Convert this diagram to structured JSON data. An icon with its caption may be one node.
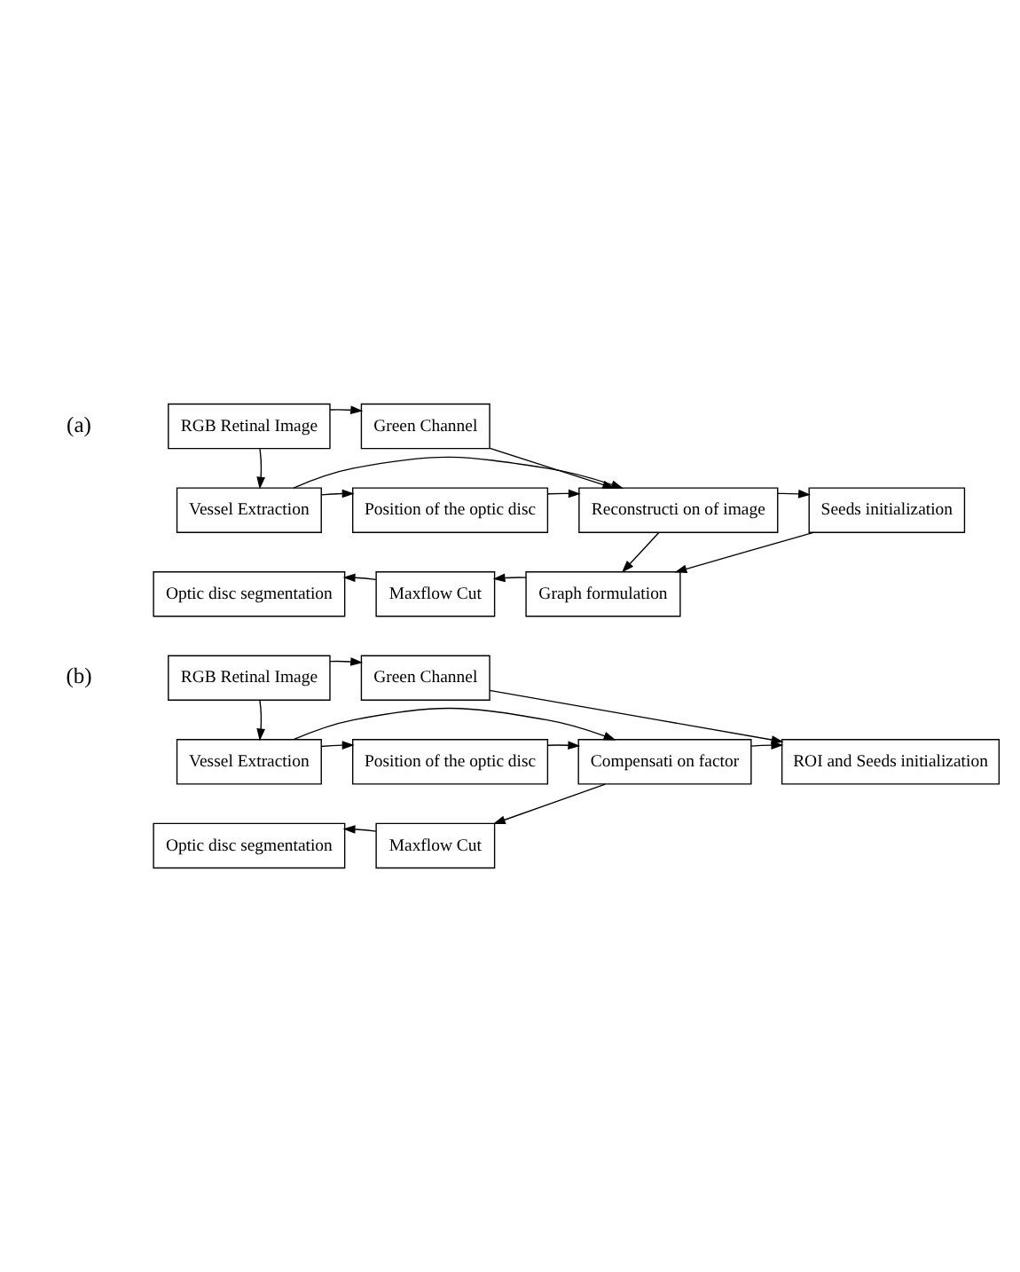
{
  "diagram": {
    "nodes": [
      {
        "text": [
          "RGB Retinal Image"
        ]
      },
      {
        "text": [
          "Green Channel"
        ]
      },
      {
        "text": [
          "Vessel Extraction"
        ]
      },
      {
        "text": [
          "Position of the optic disc"
        ]
      },
      {
        "text": [
          "Reconstructi on of image"
        ]
      },
      {
        "text": [
          "Seeds initialization"
        ]
      },
      {
        "text": [
          "Graph formulation"
        ]
      },
      {
        "text": [
          "Maxflow Cut"
        ]
      },
      {
        "text": [
          "Optic disc segmentation"
        ]
      },
      {
        "text": [
          "RGB Retinal Image"
        ]
      },
      {
        "text": [
          "Green Channel"
        ]
      },
      {
        "text": [
          "Vessel Extraction"
        ]
      },
      {
        "text": [
          "Position of the optic disc"
        ]
      },
      {
        "text": [
          "Compensati on factor"
        ]
      },
      {
        "text": [
          "ROI and Seeds initialization"
        ]
      },
      {
        "text": [
          "Maxflow Cut"
        ]
      },
      {
        "text": [
          "Optic disc segmentation"
        ]
      }
    ],
    "edges": [
      {
        "from": 0,
        "to": 1,
        "arrow": "to"
      },
      {
        "from": 0,
        "to": 2,
        "arrow": "to"
      },
      {
        "from": 2,
        "to": 3,
        "arrow": "to"
      },
      {
        "from": 2,
        "to": 4,
        "arrow": "to"
      },
      {
        "from": 1,
        "to": 4,
        "arrow": "to"
      },
      {
        "from": 3,
        "to": 4,
        "arrow": "to"
      },
      {
        "from": 4,
        "to": 5,
        "arrow": "to"
      },
      {
        "from": 4,
        "to": 6,
        "arrow": "to"
      },
      {
        "from": 5,
        "to": 6,
        "arrow": "to"
      },
      {
        "from": 6,
        "to": 7,
        "arrow": "to"
      },
      {
        "from": 7,
        "to": 8,
        "arrow": "to"
      },
      {
        "from": 9,
        "to": 10,
        "arrow": "to"
      },
      {
        "from": 9,
        "to": 11,
        "arrow": "to"
      },
      {
        "from": 11,
        "to": 12,
        "arrow": "to"
      },
      {
        "from": 11,
        "to": 13,
        "arrow": "to"
      },
      {
        "from": 10,
        "to": 14,
        "arrow": "to"
      },
      {
        "from": 12,
        "to": 13,
        "arrow": "to"
      },
      {
        "from": 13,
        "to": 14,
        "arrow": "to"
      },
      {
        "from": 13,
        "to": 15,
        "arrow": "to"
      },
      {
        "from": 15,
        "to": 16,
        "arrow": "to"
      }
    ],
    "labels": [
      "(a)",
      "(b)"
    ]
  }
}
